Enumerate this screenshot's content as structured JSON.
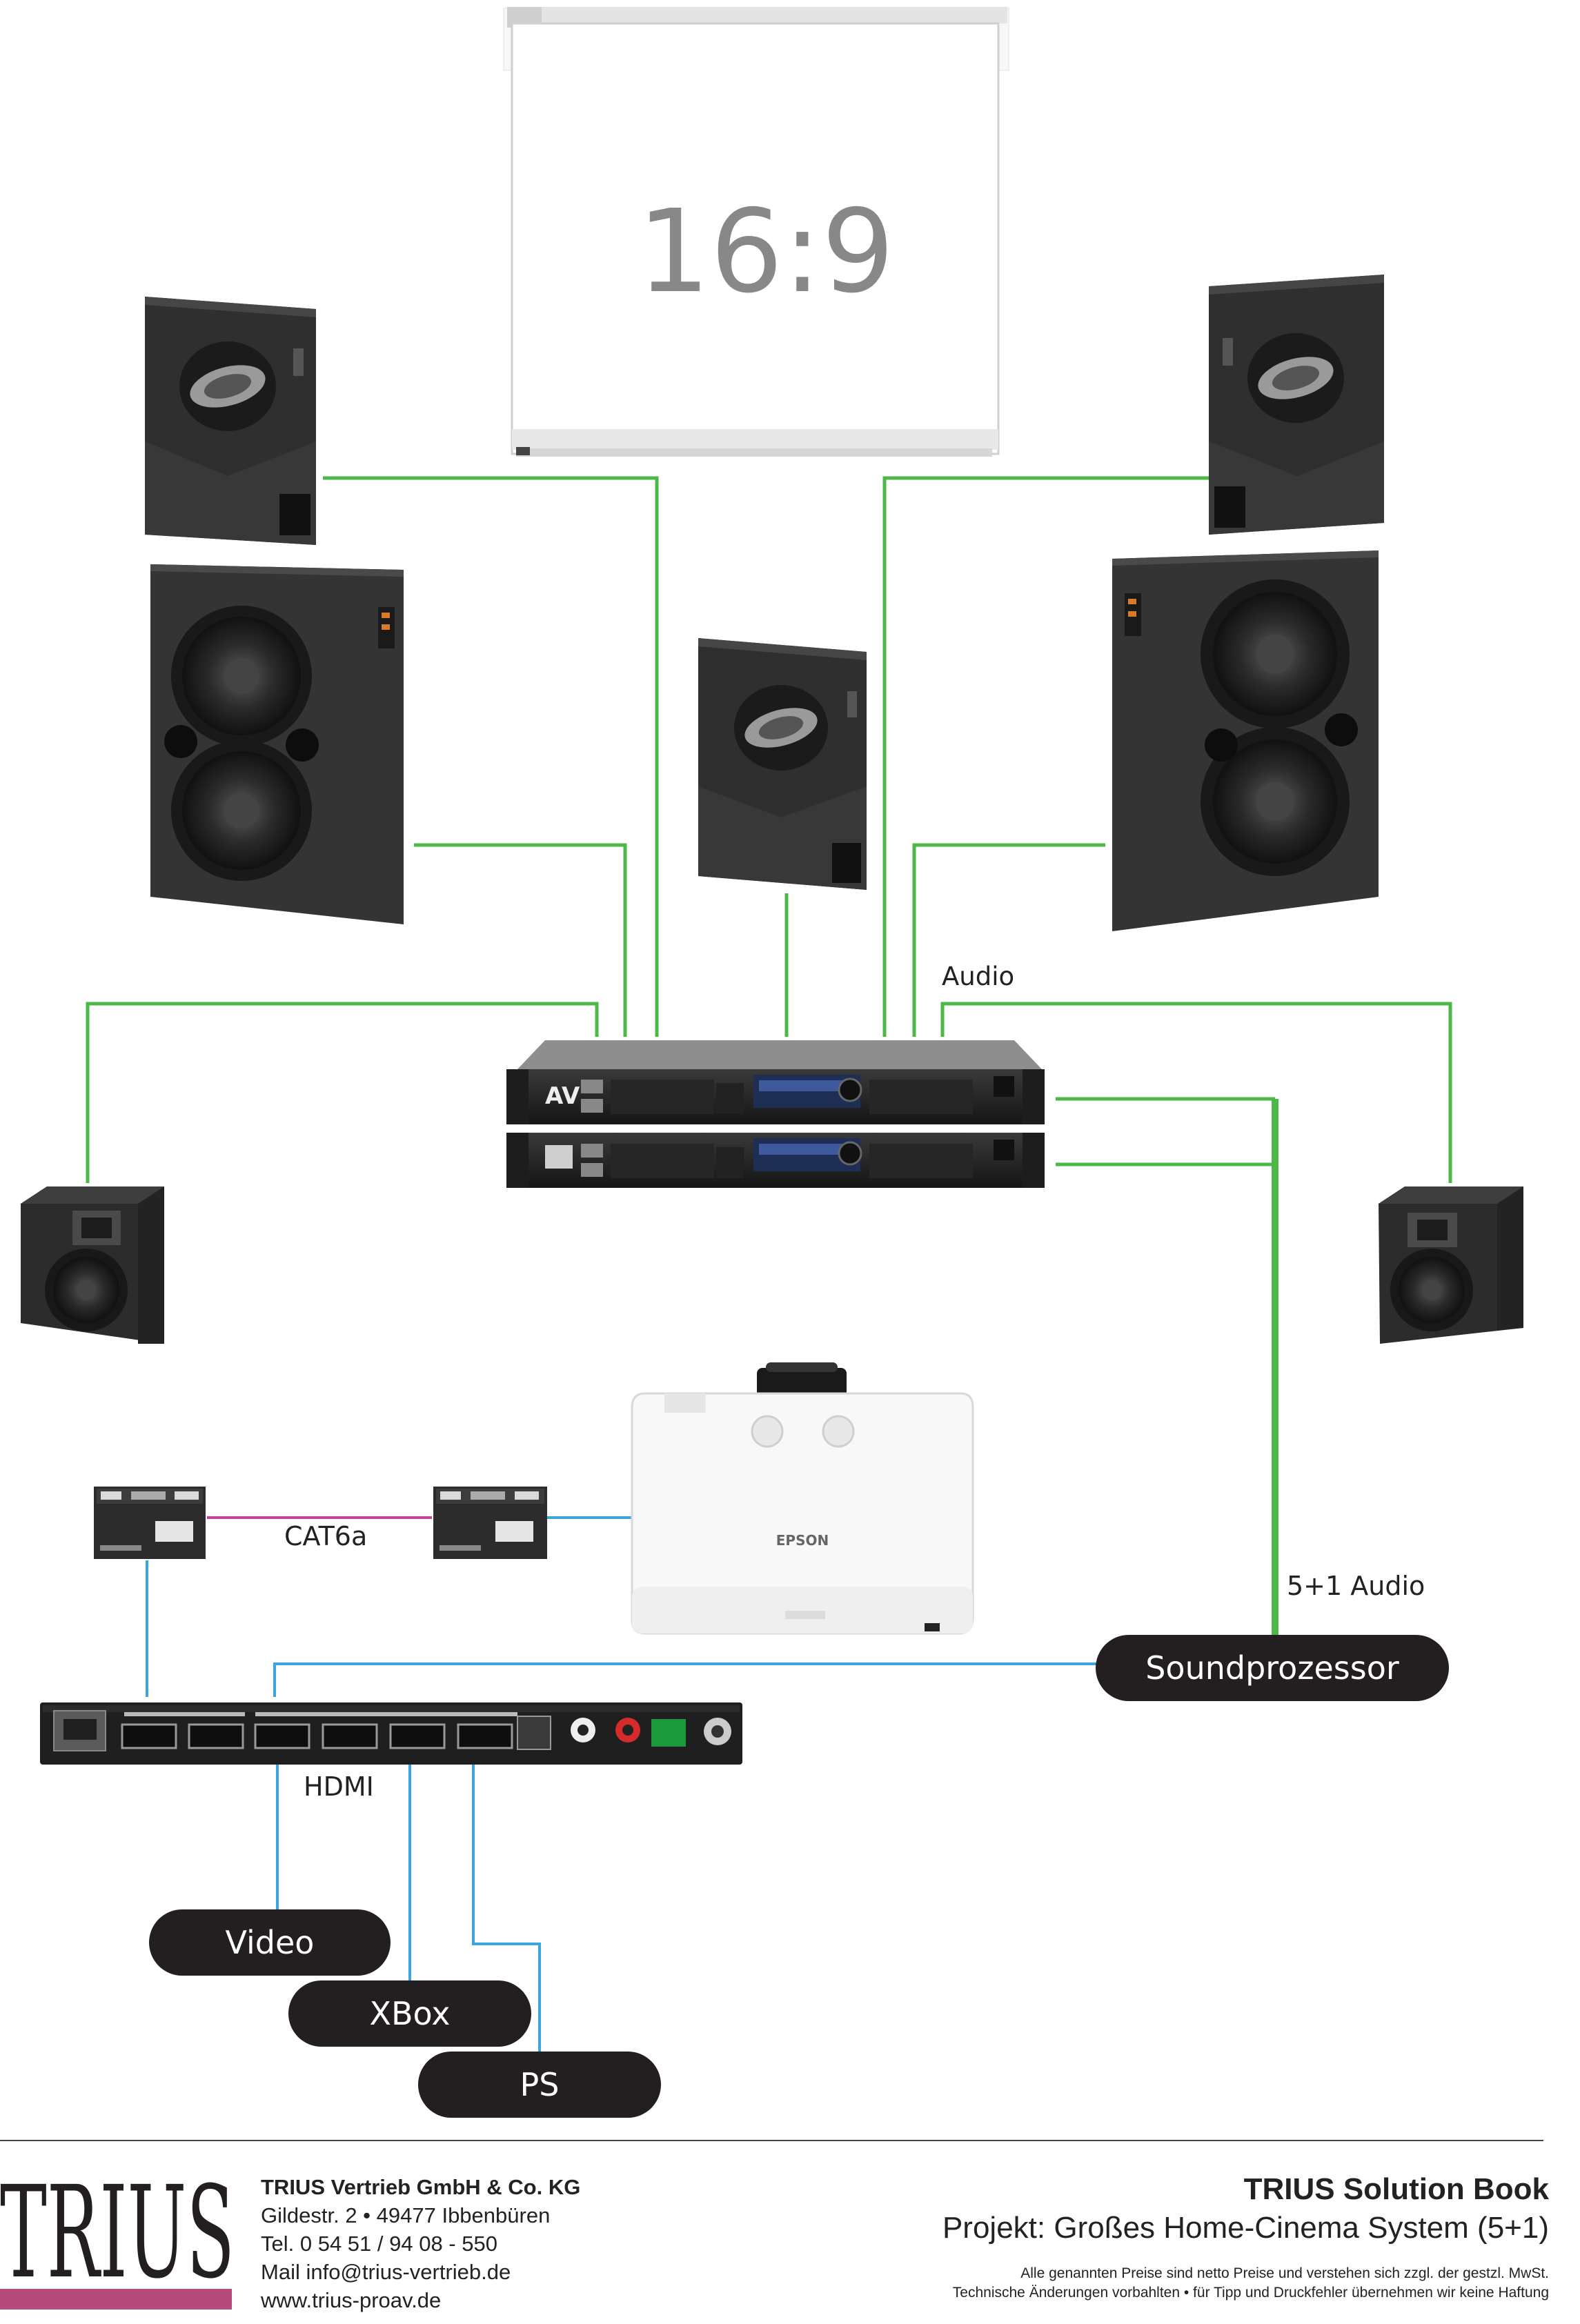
{
  "screen": {
    "ratio_label": "16:9"
  },
  "labels": {
    "audio": "Audio",
    "cat6a": "CAT6a",
    "audio_51": "5+1 Audio",
    "hdmi": "HDMI"
  },
  "projector": {
    "brand": "EPSON"
  },
  "pills": {
    "soundprozessor": "Soundprozessor",
    "video": "Video",
    "xbox": "XBox",
    "ps": "PS"
  },
  "footer": {
    "logo_text": "TRIUS",
    "company": "TRIUS Vertrieb GmbH & Co. KG",
    "address": "Gildestr. 2 • 49477 Ibbenbüren",
    "phone": "Tel. 0 54 51 / 94 08 - 550",
    "mail": "Mail info@trius-vertrieb.de",
    "web": "www.trius-proav.de",
    "book_title": "TRIUS Solution Book",
    "project": "Projekt: Großes Home-Cinema System (5+1)",
    "disclaimer_1": "Alle genannten Preise sind netto Preise und verstehen sich zzgl. der gestzl. MwSt.",
    "disclaimer_2": "Technische Änderungen vorbahlten • für Tipp und Druckfehler übernehmen wir keine Haftung"
  },
  "colors": {
    "audio_line": "#4cb848",
    "video_line": "#3aa6dd",
    "cat_line": "#c2459c",
    "pill_bg": "#231f20",
    "speaker": "#2c2c2c",
    "logo_bar": "#b44b7a"
  },
  "icons": [
    "projection-screen-icon",
    "speaker-icon",
    "amplifier-icon",
    "projector-icon",
    "hdbaset-extender-icon",
    "hdmi-switcher-icon"
  ]
}
